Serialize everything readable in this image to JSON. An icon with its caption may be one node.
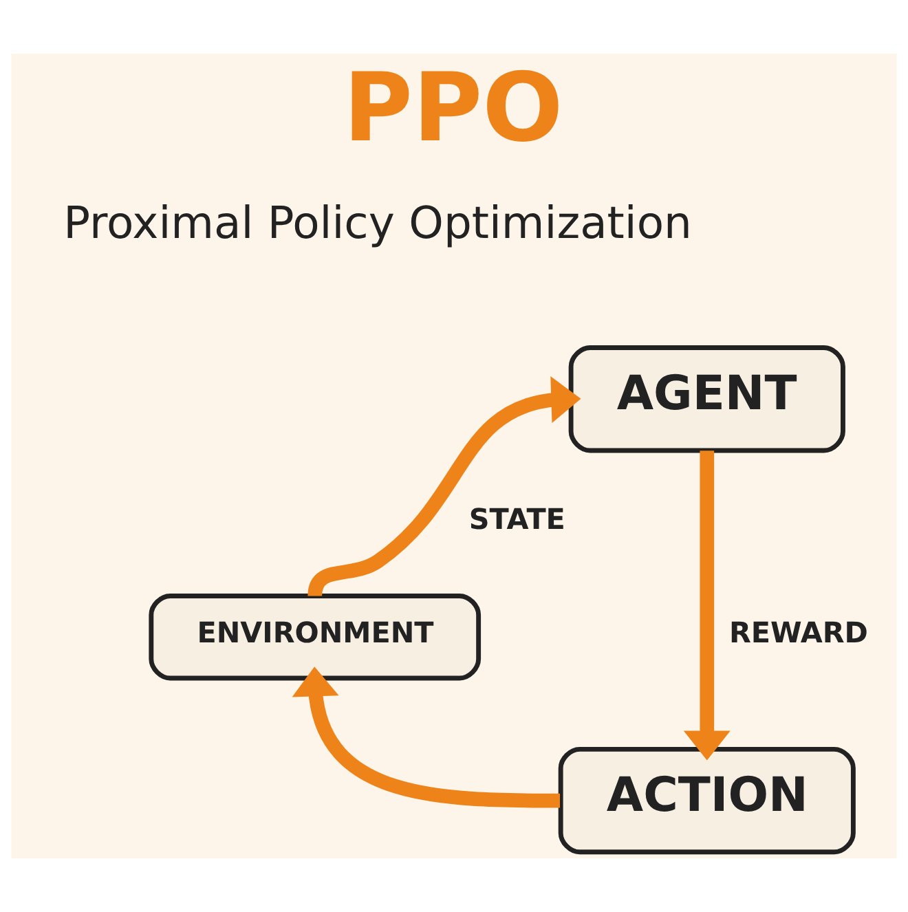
{
  "diagram": {
    "title": "PPO",
    "nodes": [
      {
        "text": [
          "AGENT"
        ]
      },
      {
        "text": [
          "ENVIRONMENT"
        ]
      },
      {
        "text": [
          "ACTION"
        ]
      }
    ],
    "edges": [
      {
        "from": 1,
        "to": 0,
        "label": "STATE",
        "arrow": "to"
      },
      {
        "from": 0,
        "to": 2,
        "label": "REWARD",
        "arrow": "to"
      },
      {
        "from": 2,
        "to": 1,
        "arrow": "to"
      }
    ],
    "labels": [
      "Proximal Policy Optimization"
    ]
  }
}
